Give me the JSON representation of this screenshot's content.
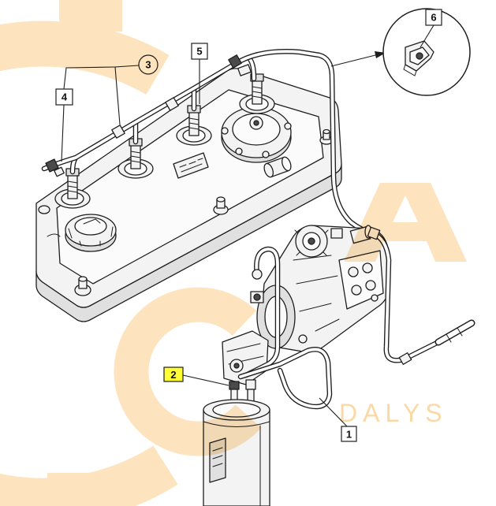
{
  "diagram": {
    "callouts": [
      {
        "label": "1",
        "highlighted": false
      },
      {
        "label": "2",
        "highlighted": true
      },
      {
        "label": "3",
        "highlighted": false
      },
      {
        "label": "4",
        "highlighted": false
      },
      {
        "label": "5",
        "highlighted": false
      },
      {
        "label": "6",
        "highlighted": false
      }
    ],
    "colors": {
      "line": "#1e1e1e",
      "highlight": "#ffff33",
      "callout_box": "#ffffff"
    },
    "watermark": {
      "text": "DALYS",
      "color": "#fde4bf",
      "text_color": "#fbd9a6"
    }
  }
}
